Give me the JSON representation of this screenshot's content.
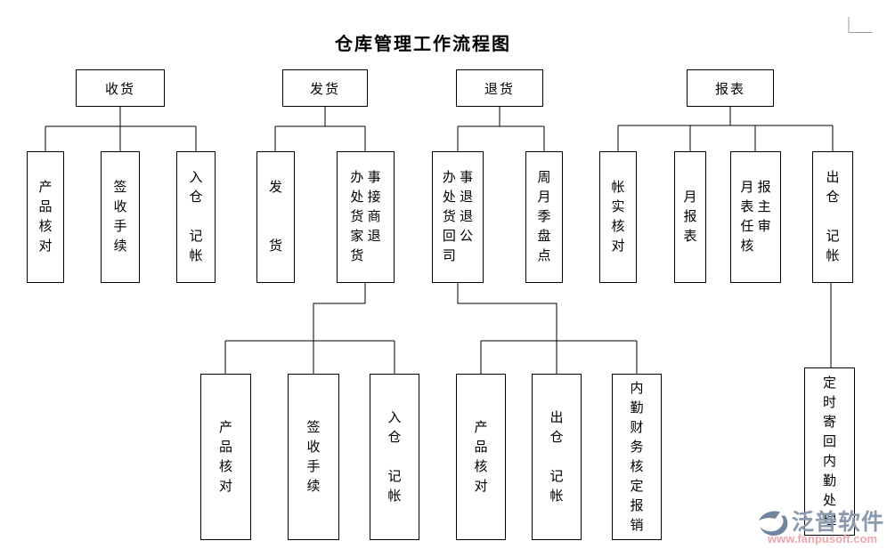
{
  "title": "仓库管理工作流程图",
  "colors": {
    "title": "#000000",
    "line": "#000000",
    "corner_mark": "#9b9b9b",
    "watermark_brand": "#8a99ae",
    "watermark_url": "#eda6ae",
    "watermark_logo": "#72859f"
  },
  "nodes": {
    "shouhuo": {
      "label": "收货",
      "children": [
        {
          "text": "产品核对"
        },
        {
          "text": "签收手续"
        },
        {
          "text": "入仓 记帐"
        }
      ]
    },
    "fahuo": {
      "label": "发货",
      "children": [
        {
          "text": "发  货"
        },
        {
          "text": "办事处接货商家退货"
        }
      ]
    },
    "tuihuo": {
      "label": "退货",
      "children": [
        {
          "text": "办事处退货退回公司"
        },
        {
          "text": "周月季盘点"
        }
      ]
    },
    "baobiao": {
      "label": "报表",
      "children": [
        {
          "text": "帐实核对"
        },
        {
          "text": "月报表"
        },
        {
          "text": "月报表主任审核"
        },
        {
          "text": "出仓 记帐"
        }
      ]
    },
    "fahuo_sub": {
      "children": [
        {
          "text": "产品核对"
        },
        {
          "text": "签收手续"
        },
        {
          "text": "入仓 记帐"
        }
      ]
    },
    "tuihuo_sub": {
      "children": [
        {
          "text": "产品核对"
        },
        {
          "text": "出仓 记帐"
        },
        {
          "text": "内勤财务核定报销"
        }
      ]
    },
    "baobiao_sub": {
      "children": [
        {
          "text": "定时寄回内勤处理"
        }
      ]
    }
  },
  "watermark": {
    "brand": "泛普软件",
    "url": "www.fanpusoft.com"
  }
}
